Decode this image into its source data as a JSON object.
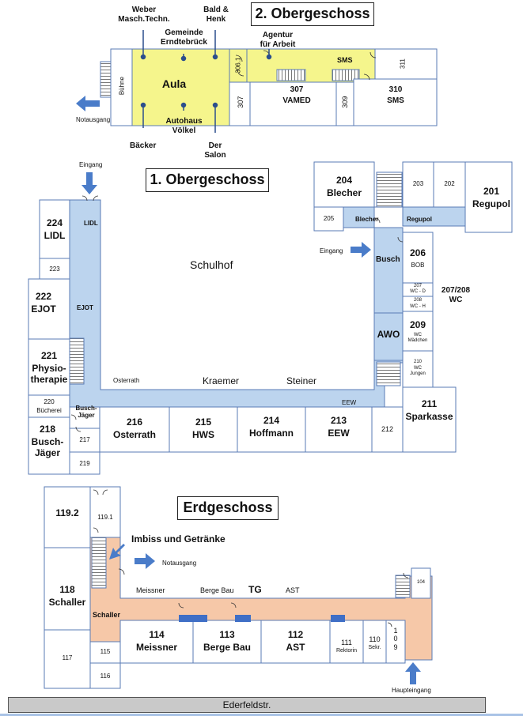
{
  "floors": {
    "second": {
      "title": "2. Obergeschoss",
      "rooms": {
        "aula": "Aula",
        "buehne": "Bühne",
        "r306_1": "306.1",
        "r307": "307",
        "r307_name": "307",
        "r307_org": "VAMED",
        "r309": "309",
        "r310": "310",
        "r310_org": "SMS",
        "r311": "311",
        "sms_corridor": "SMS"
      },
      "labels": {
        "weber": "Weber\nMasch.Techn.",
        "gemeinde": "Gemeinde\nErndtebrück",
        "bald": "Bald &\nHenk",
        "agentur": "Agentur\nfür Arbeit",
        "autohaus": "Autohaus\nVölkel",
        "baecker": "Bäcker",
        "salon": "Der\nSalon",
        "notausgang": "Notausgang"
      }
    },
    "first": {
      "title": "1. Obergeschoss",
      "courtyard": "Schulhof",
      "entrance_left": "Eingang",
      "entrance_right": "Eingang",
      "rooms": {
        "r224": "224",
        "r224_name": "LIDL",
        "lidl_corr": "LIDL",
        "r223": "223",
        "r222": "222",
        "r222_name": "EJOT",
        "ejot_corr": "EJOT",
        "r221": "221",
        "r221_name": "Physio-\ntherapie",
        "r220": "220",
        "r220_name": "Bücherei",
        "r218": "218",
        "r218_name": "Busch-\nJäger",
        "busch_jaeger_corr": "Busch-\nJäger",
        "r217": "217",
        "r219": "219",
        "r216": "216",
        "r216_name": "Osterrath",
        "r215": "215",
        "r215_name": "HWS",
        "r214": "214",
        "r214_name": "Hoffmann",
        "r213": "213",
        "r213_name": "EEW",
        "r212": "212",
        "r211": "211",
        "r211_name": "Sparkasse",
        "r204": "204",
        "r204_name": "Blecher",
        "r205": "205",
        "r203": "203",
        "r202": "202",
        "r201": "201",
        "r201_name": "Regupol",
        "blecher_corr": "Blecher",
        "regupol_corr": "Regupol",
        "busch_corr": "Busch",
        "r206": "206",
        "r206_name": "BOB",
        "r207": "207",
        "r207_name": "WC - D",
        "r208": "208",
        "r208_name": "WC - H",
        "wc_label": "207/208\nWC",
        "awo": "AWO",
        "r209": "209",
        "r209_name": "WC\nMädchen",
        "r210": "210",
        "r210_name": "WC\nJungen"
      },
      "corridor": {
        "osterrath": "Osterrath",
        "kraemer": "Kraemer",
        "steiner": "Steiner",
        "eew": "EEW"
      }
    },
    "ground": {
      "title": "Erdgeschoss",
      "imbiss": "Imbiss und Getränke",
      "notausgang": "Notausgang",
      "haupteingang": "Haupteingang",
      "rooms": {
        "r119_2": "119.2",
        "r119_1": "119.1",
        "r118": "118",
        "r118_name": "Schaller",
        "schaller_corr": "Schaller",
        "r117": "117",
        "r115": "115",
        "r116": "116",
        "r114": "114",
        "r114_name": "Meissner",
        "r113": "113",
        "r113_name": "Berge Bau",
        "r112": "112",
        "r112_name": "AST",
        "r111": "111",
        "r111_name": "Rektorin",
        "r110": "110",
        "r110_name": "Sekr.",
        "r109": "1\n0\n9",
        "r104": "104"
      },
      "corridor": {
        "meissner": "Meissner",
        "berge_bau": "Berge Bau",
        "tg": "TG",
        "ast": "AST"
      }
    }
  },
  "street": "Ederfeldstr.",
  "colors": {
    "second_floor_fill": "#f5f58c",
    "first_floor_fill": "#bcd4ee",
    "ground_floor_fill": "#f6c8a8",
    "arrow_blue": "#4a7cc9",
    "wall": "#5a7bb5",
    "booth": "#3f6fc6"
  }
}
